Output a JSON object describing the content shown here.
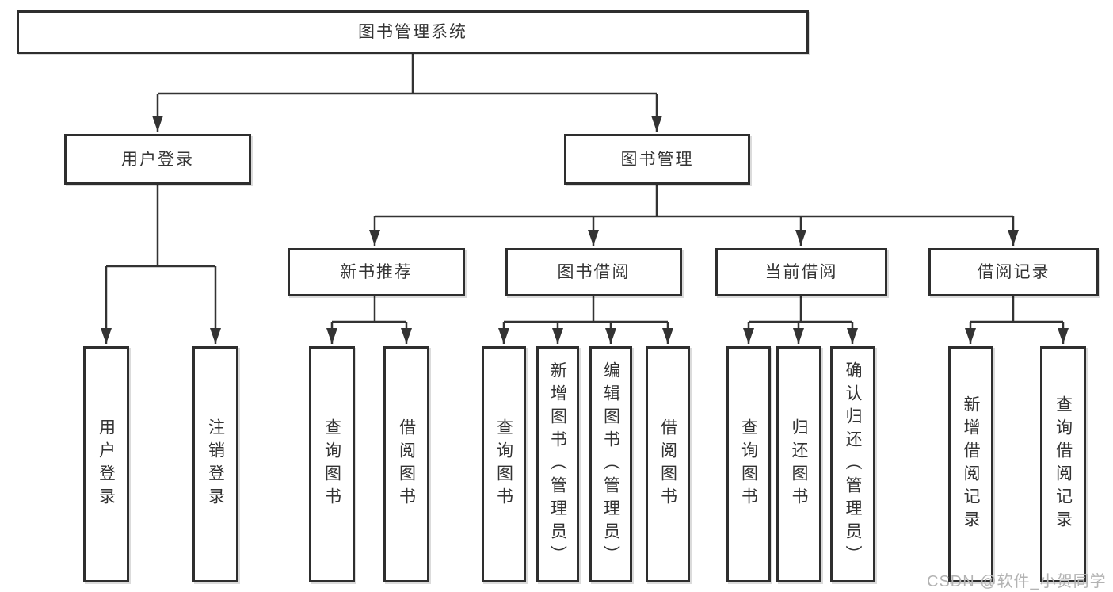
{
  "diagram": {
    "tree": {
      "label": "图书管理系统",
      "children": [
        {
          "label": "用户登录",
          "children": [
            {
              "label": "用户登录"
            },
            {
              "label": "注销登录"
            }
          ]
        },
        {
          "label": "图书管理",
          "children": [
            {
              "label": "新书推荐",
              "children": [
                {
                  "label": "查询图书"
                },
                {
                  "label": "借阅图书"
                }
              ]
            },
            {
              "label": "图书借阅",
              "children": [
                {
                  "label": "查询图书"
                },
                {
                  "label": "新增图书（管理员）"
                },
                {
                  "label": "编辑图书（管理员）"
                },
                {
                  "label": "借阅图书"
                }
              ]
            },
            {
              "label": "当前借阅",
              "children": [
                {
                  "label": "查询图书"
                },
                {
                  "label": "归还图书"
                },
                {
                  "label": "确认归还（管理员）"
                }
              ]
            },
            {
              "label": "借阅记录",
              "children": [
                {
                  "label": "新增借阅记录"
                },
                {
                  "label": "查询借阅记录"
                }
              ]
            }
          ]
        }
      ]
    },
    "colors": {
      "line": "#333333",
      "box_border": "#2e2e2e",
      "text": "#333333",
      "watermark": "#b3b3b3",
      "background": "#ffffff"
    }
  },
  "watermark": {
    "text": "CSDN @软件_小贺同学"
  }
}
